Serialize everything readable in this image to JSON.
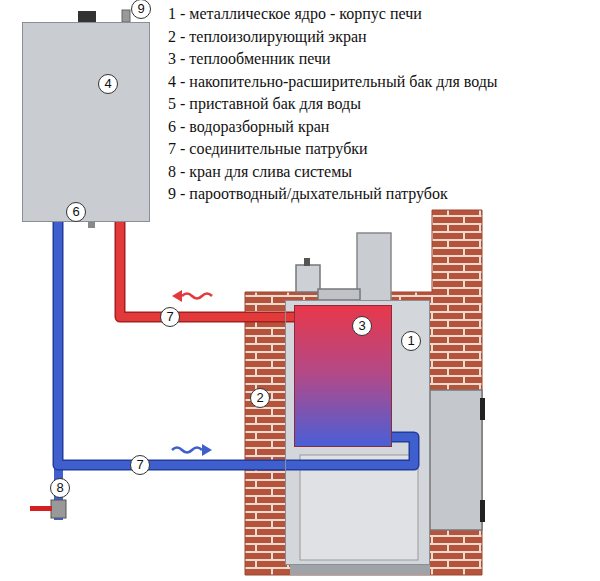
{
  "diagram": {
    "nodes": [
      {
        "text": [
          "4"
        ]
      },
      {
        "text": [
          "1"
        ]
      },
      {
        "text": [
          "3"
        ],
        "in": 1
      }
    ],
    "edges": [
      {
        "from": 2,
        "to": 0,
        "arrow": "none",
        "label": "7"
      },
      {
        "from": 0,
        "to": 2,
        "arrow": "none",
        "label": "7"
      }
    ],
    "labels": [
      "1 - металлическое ядро - корпус печи",
      "2 - теплоизолирующий экран",
      "3 - теплообменник печи",
      "4 - накопительно-расширительный бак для воды",
      "5 - приставной бак для воды",
      "6 - водоразборный кран",
      "7 - соединительные патрубки",
      "8 - кран для слива системы",
      "9 - пароотводный/дыхательный патрубок",
      "9",
      "6",
      "2",
      "8"
    ]
  }
}
